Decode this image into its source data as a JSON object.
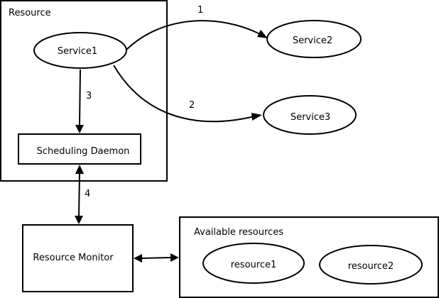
{
  "containers": {
    "resource": "Resource",
    "available_resources": "Available resources"
  },
  "nodes": {
    "service1": "Service1",
    "service2": "Service2",
    "service3": "Service3",
    "scheduling_daemon": "Scheduling Daemon",
    "resource_monitor": "Resource Monitor",
    "resource1": "resource1",
    "resource2": "resource2"
  },
  "edges": {
    "e1": "1",
    "e2": "2",
    "e3": "3",
    "e4": "4"
  }
}
